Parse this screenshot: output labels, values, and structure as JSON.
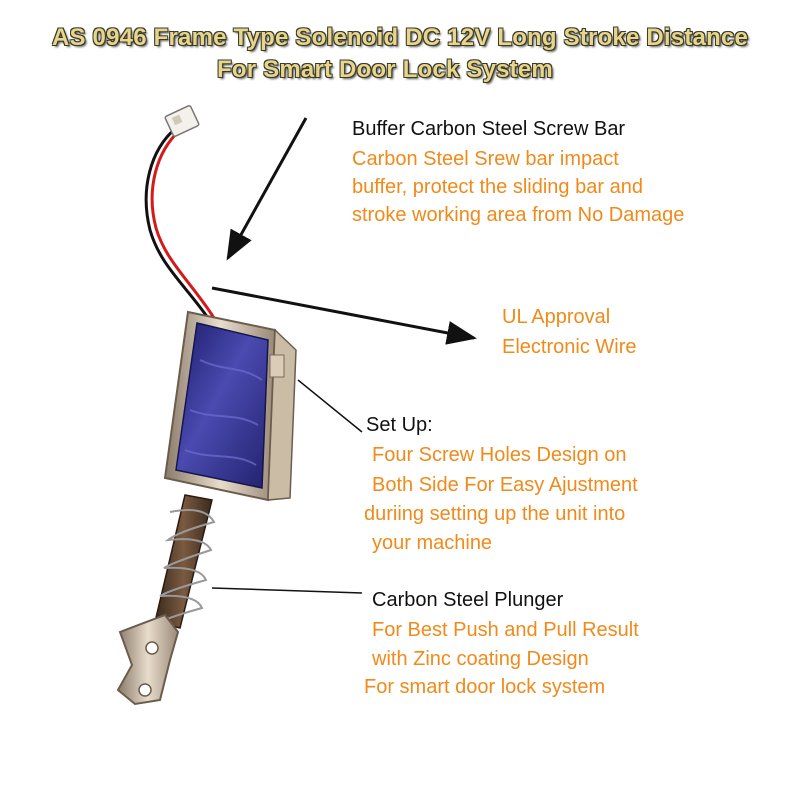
{
  "title": {
    "line1": "AS 0946 Frame Type Solenoid DC 12V Long Stroke Distance",
    "line2": "For Smart Door Lock System"
  },
  "callouts": {
    "buffer": {
      "heading": "Buffer Carbon Steel Screw Bar",
      "lines": [
        "Carbon Steel Srew bar impact",
        "buffer, protect the sliding bar and",
        "stroke working area from No Damage"
      ]
    },
    "wire": {
      "lines": [
        "UL Approval",
        "Electronic Wire"
      ]
    },
    "setup": {
      "heading": "Set Up:",
      "lines": [
        "Four Screw Holes Design on",
        "Both Side For Easy Ajustment",
        "duriing setting up the unit into",
        "your machine"
      ]
    },
    "plunger": {
      "heading": "Carbon Steel Plunger",
      "lines": [
        "For Best Push and Pull Result",
        "with Zinc coating Design",
        "For smart door lock system"
      ]
    }
  },
  "colors": {
    "title_fill": "#e6d58a",
    "heading_text": "#111111",
    "body_text": "#f08a1a",
    "coil": "#2a2a8a"
  }
}
